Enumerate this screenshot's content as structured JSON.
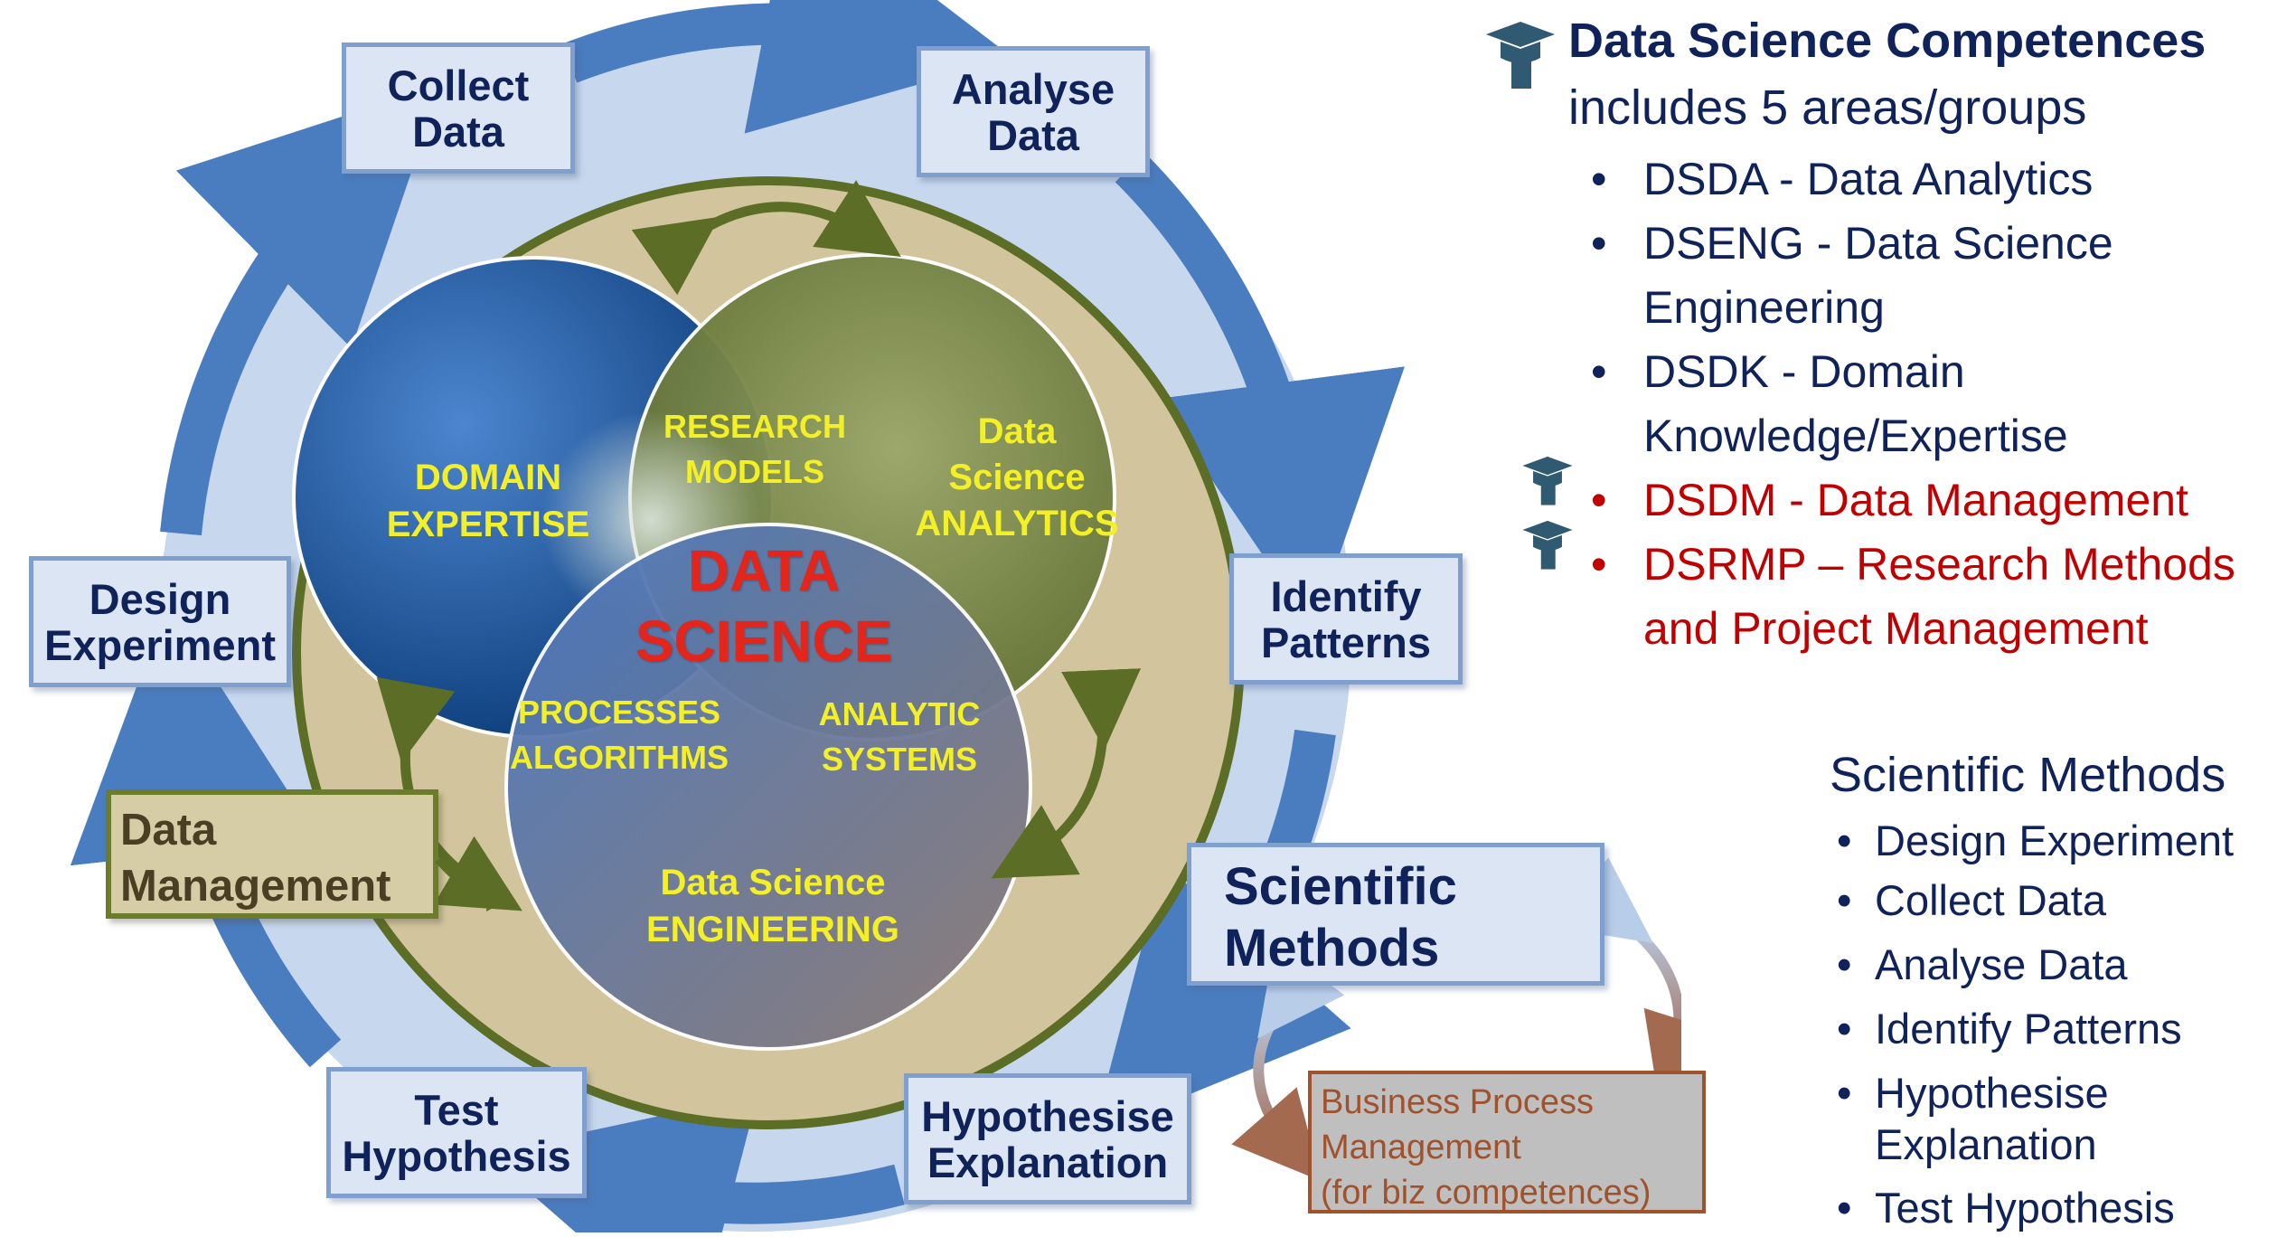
{
  "cycle": {
    "collect": [
      "Collect",
      "Data"
    ],
    "analyse": [
      "Analyse",
      "Data"
    ],
    "identify": [
      "Identify",
      "Patterns"
    ],
    "hypothesise": [
      "Hypothesise",
      "Explanation"
    ],
    "test": [
      "Test",
      "Hypothesis"
    ],
    "design": [
      "Design",
      "Experiment"
    ]
  },
  "venn": {
    "domain": [
      "DOMAIN",
      "EXPERTISE"
    ],
    "research": [
      "RESEARCH",
      "MODELS"
    ],
    "analytics": [
      "Data",
      "Science",
      "ANALYTICS"
    ],
    "center": [
      "DATA",
      "SCIENCE"
    ],
    "processes": [
      "PROCESSES",
      "ALGORITHMS"
    ],
    "systems": [
      "ANALYTIC",
      "SYSTEMS"
    ],
    "engineering": [
      "Data Science",
      "ENGINEERING"
    ]
  },
  "data_management": [
    "Data",
    "Management"
  ],
  "scientific_methods_box": [
    "Scientific",
    "Methods"
  ],
  "bpm": [
    "Business Process",
    "Management",
    "(for biz competences)"
  ],
  "competences": {
    "title": "Data Science Competences",
    "subtitle": "includes 5 areas/groups",
    "items": [
      "DSDA - Data Analytics",
      "DSENG - Data Science",
      "Engineering",
      "DSDK - Domain",
      "Knowledge/Expertise",
      "DSDM - Data Management",
      "DSRMP – Research Methods",
      "and Project Management"
    ]
  },
  "scientific_methods": {
    "title": "Scientific Methods",
    "items": [
      "Design Experiment",
      "Collect Data",
      "Analyse Data",
      "Identify Patterns",
      "Hypothesise",
      "Explanation",
      "Test Hypothesis"
    ]
  },
  "bullet": "•",
  "colors": {
    "navy": "#10225a",
    "red": "#c00000",
    "yellow": "#f4f028",
    "ring": "#4a7dc0",
    "olive": "#5c6e25",
    "bpm_text": "#a0522d"
  },
  "icons": [
    "graduation-cap-icon"
  ]
}
